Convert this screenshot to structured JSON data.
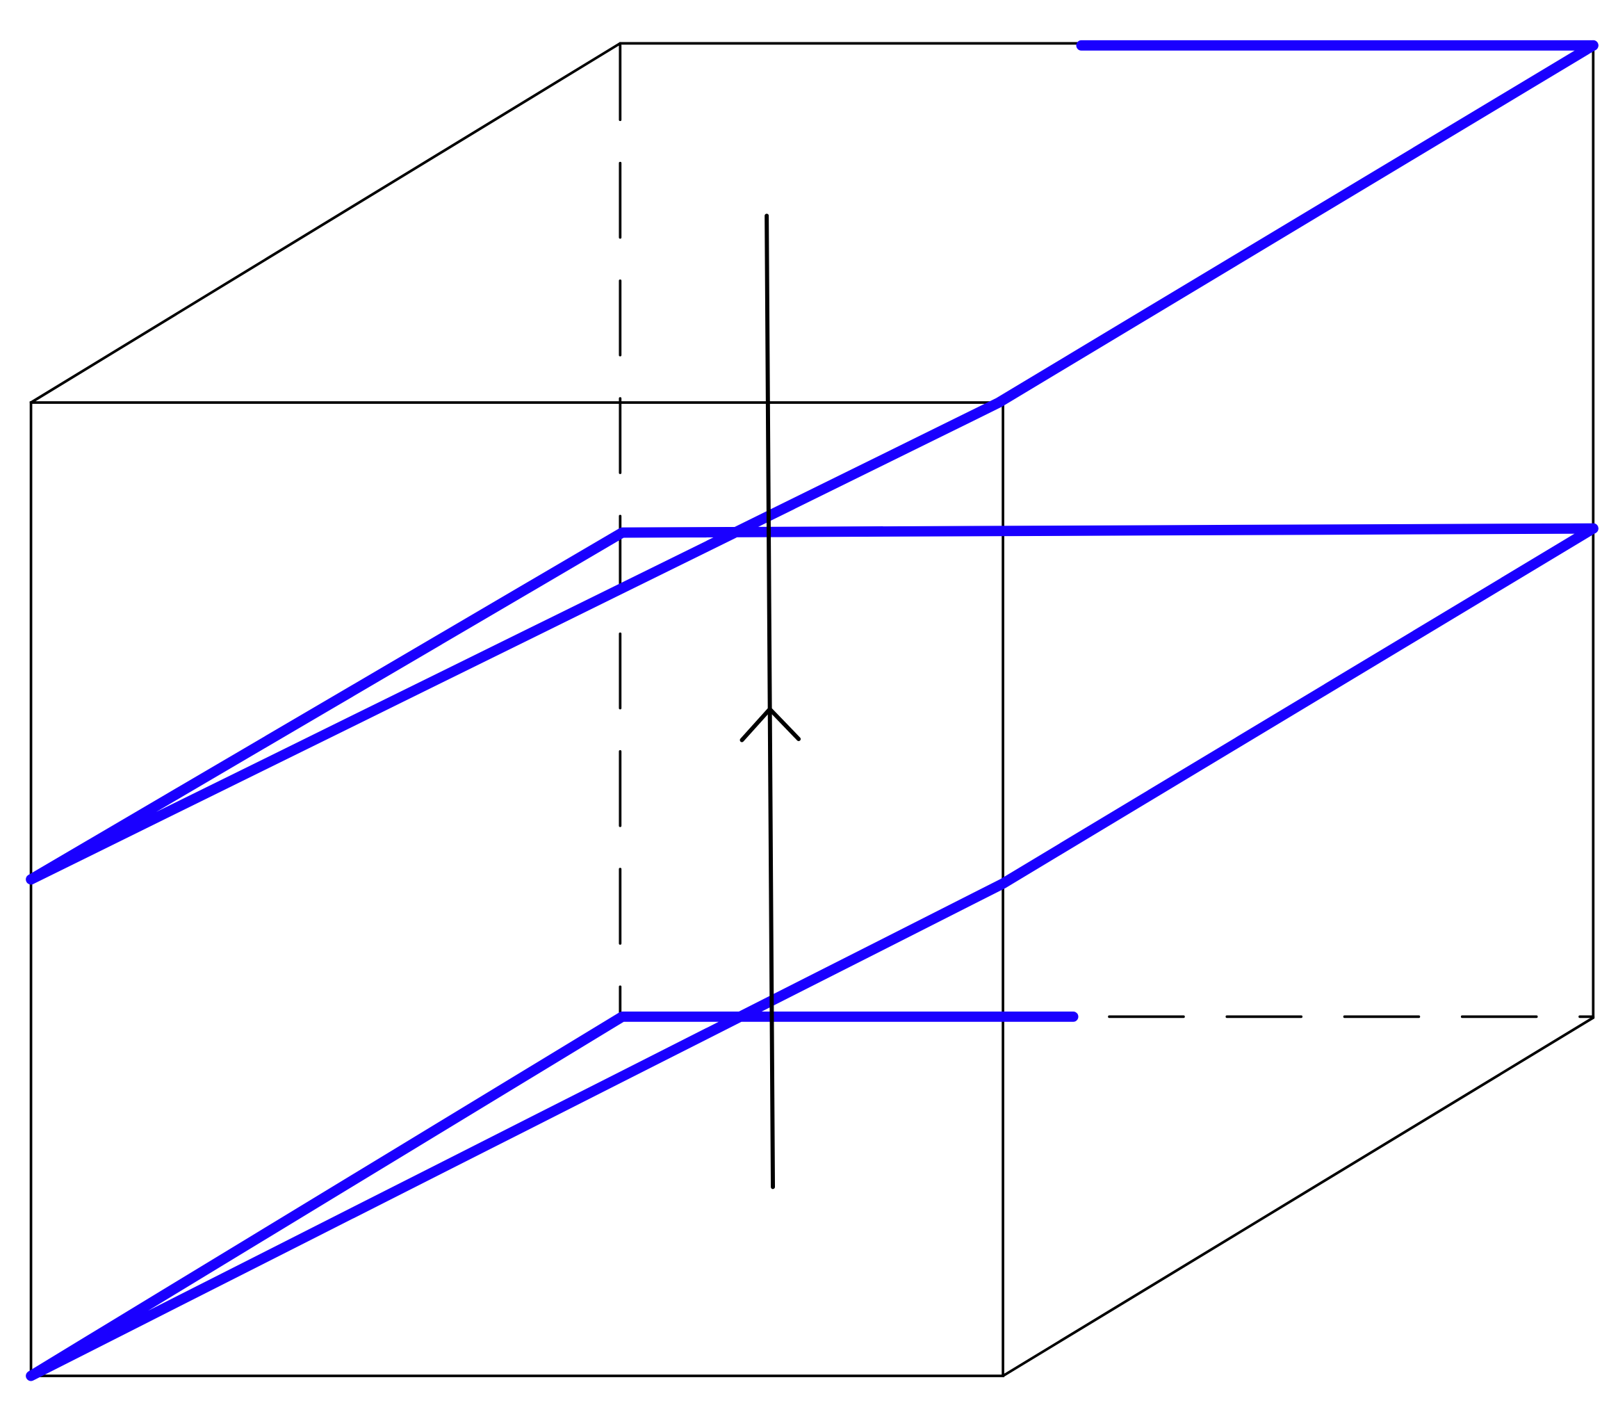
{
  "diagram": {
    "type": "cube-with-path",
    "colors": {
      "edges": "#000000",
      "path": "#1a00ff",
      "background": "#ffffff"
    },
    "hidden_edges_style": "dashed",
    "arrow_direction": "up"
  }
}
